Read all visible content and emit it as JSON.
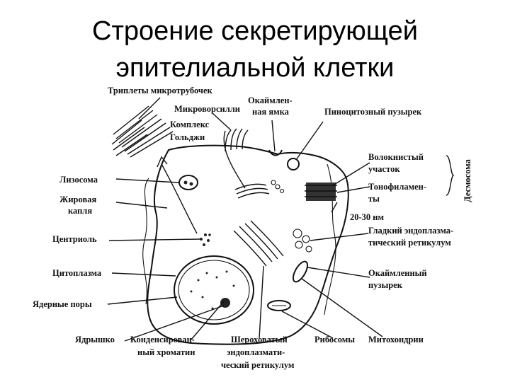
{
  "title": {
    "line1": "Строение секретирующей",
    "line2": "эпителиальной клетки"
  },
  "labels": {
    "triplets": "Триплеты микротрубочек",
    "microvilli": "Микроворсилли",
    "golgi_1": "Комплекс",
    "golgi_2": "Гольджи",
    "bordered_pit_1": "Окаймлен-",
    "bordered_pit_2": "ная ямка",
    "pinocytotic": "Пиноцитозный пузырек",
    "fibrous_1": "Волокнистый",
    "fibrous_2": "участок",
    "desmosome": "Десмосома",
    "tonofil_1": "Тонофиламен-",
    "tonofil_2": "ты",
    "nm": "20-30 нм",
    "smooth_er_1": "Гладкий эндоплазма-",
    "smooth_er_2": "тический ретикулум",
    "bordered_ves_1": "Окаймленный",
    "bordered_ves_2": "пузырек",
    "lysosome": "Лизосома",
    "lipid_1": "Жировая",
    "lipid_2": "капля",
    "centriole": "Центриоль",
    "cytoplasm": "Цитоплазма",
    "nuclear_pores": "Ядерные поры",
    "nucleolus": "Ядрышко",
    "chromatin_1": "Конденсирован-",
    "chromatin_2": "ный хроматин",
    "rough_er_1": "Шероховатый",
    "rough_er_2": "эндоплазмати-",
    "rough_er_3": "ческий ретикулум",
    "ribosomes": "Рибосомы",
    "mitochondria": "Митохондрии"
  }
}
